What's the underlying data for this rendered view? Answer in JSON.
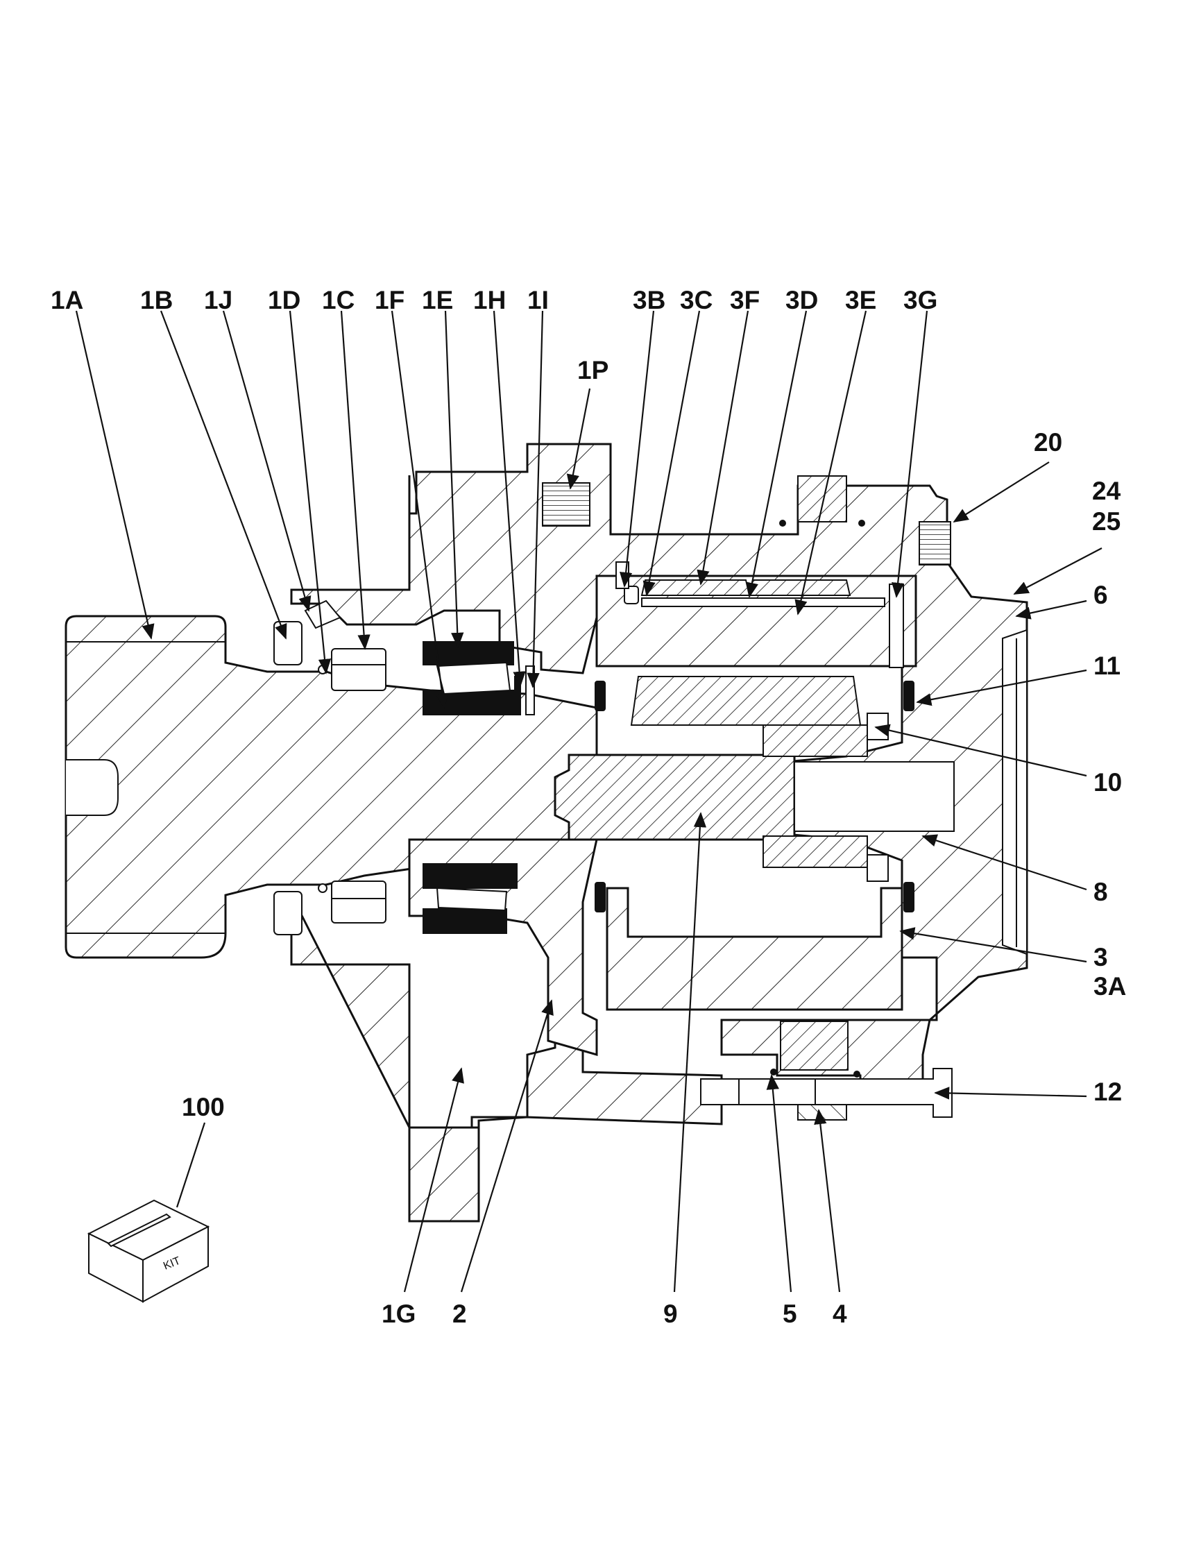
{
  "callouts": {
    "c_1A": "1A",
    "c_1B": "1B",
    "c_1J": "1J",
    "c_1D": "1D",
    "c_1C": "1C",
    "c_1F": "1F",
    "c_1E": "1E",
    "c_1H": "1H",
    "c_1I": "1I",
    "c_1P": "1P",
    "c_3B": "3B",
    "c_3C": "3C",
    "c_3F": "3F",
    "c_3D": "3D",
    "c_3E": "3E",
    "c_3G": "3G",
    "c_20": "20",
    "c_24": "24",
    "c_25": "25",
    "c_6": "6",
    "c_11": "11",
    "c_10": "10",
    "c_8": "8",
    "c_3": "3",
    "c_3A": "3A",
    "c_12": "12",
    "c_100": "100",
    "c_1G": "1G",
    "c_2": "2",
    "c_9": "9",
    "c_5": "5",
    "c_4": "4"
  },
  "kit": {
    "box_label": "KIT"
  }
}
